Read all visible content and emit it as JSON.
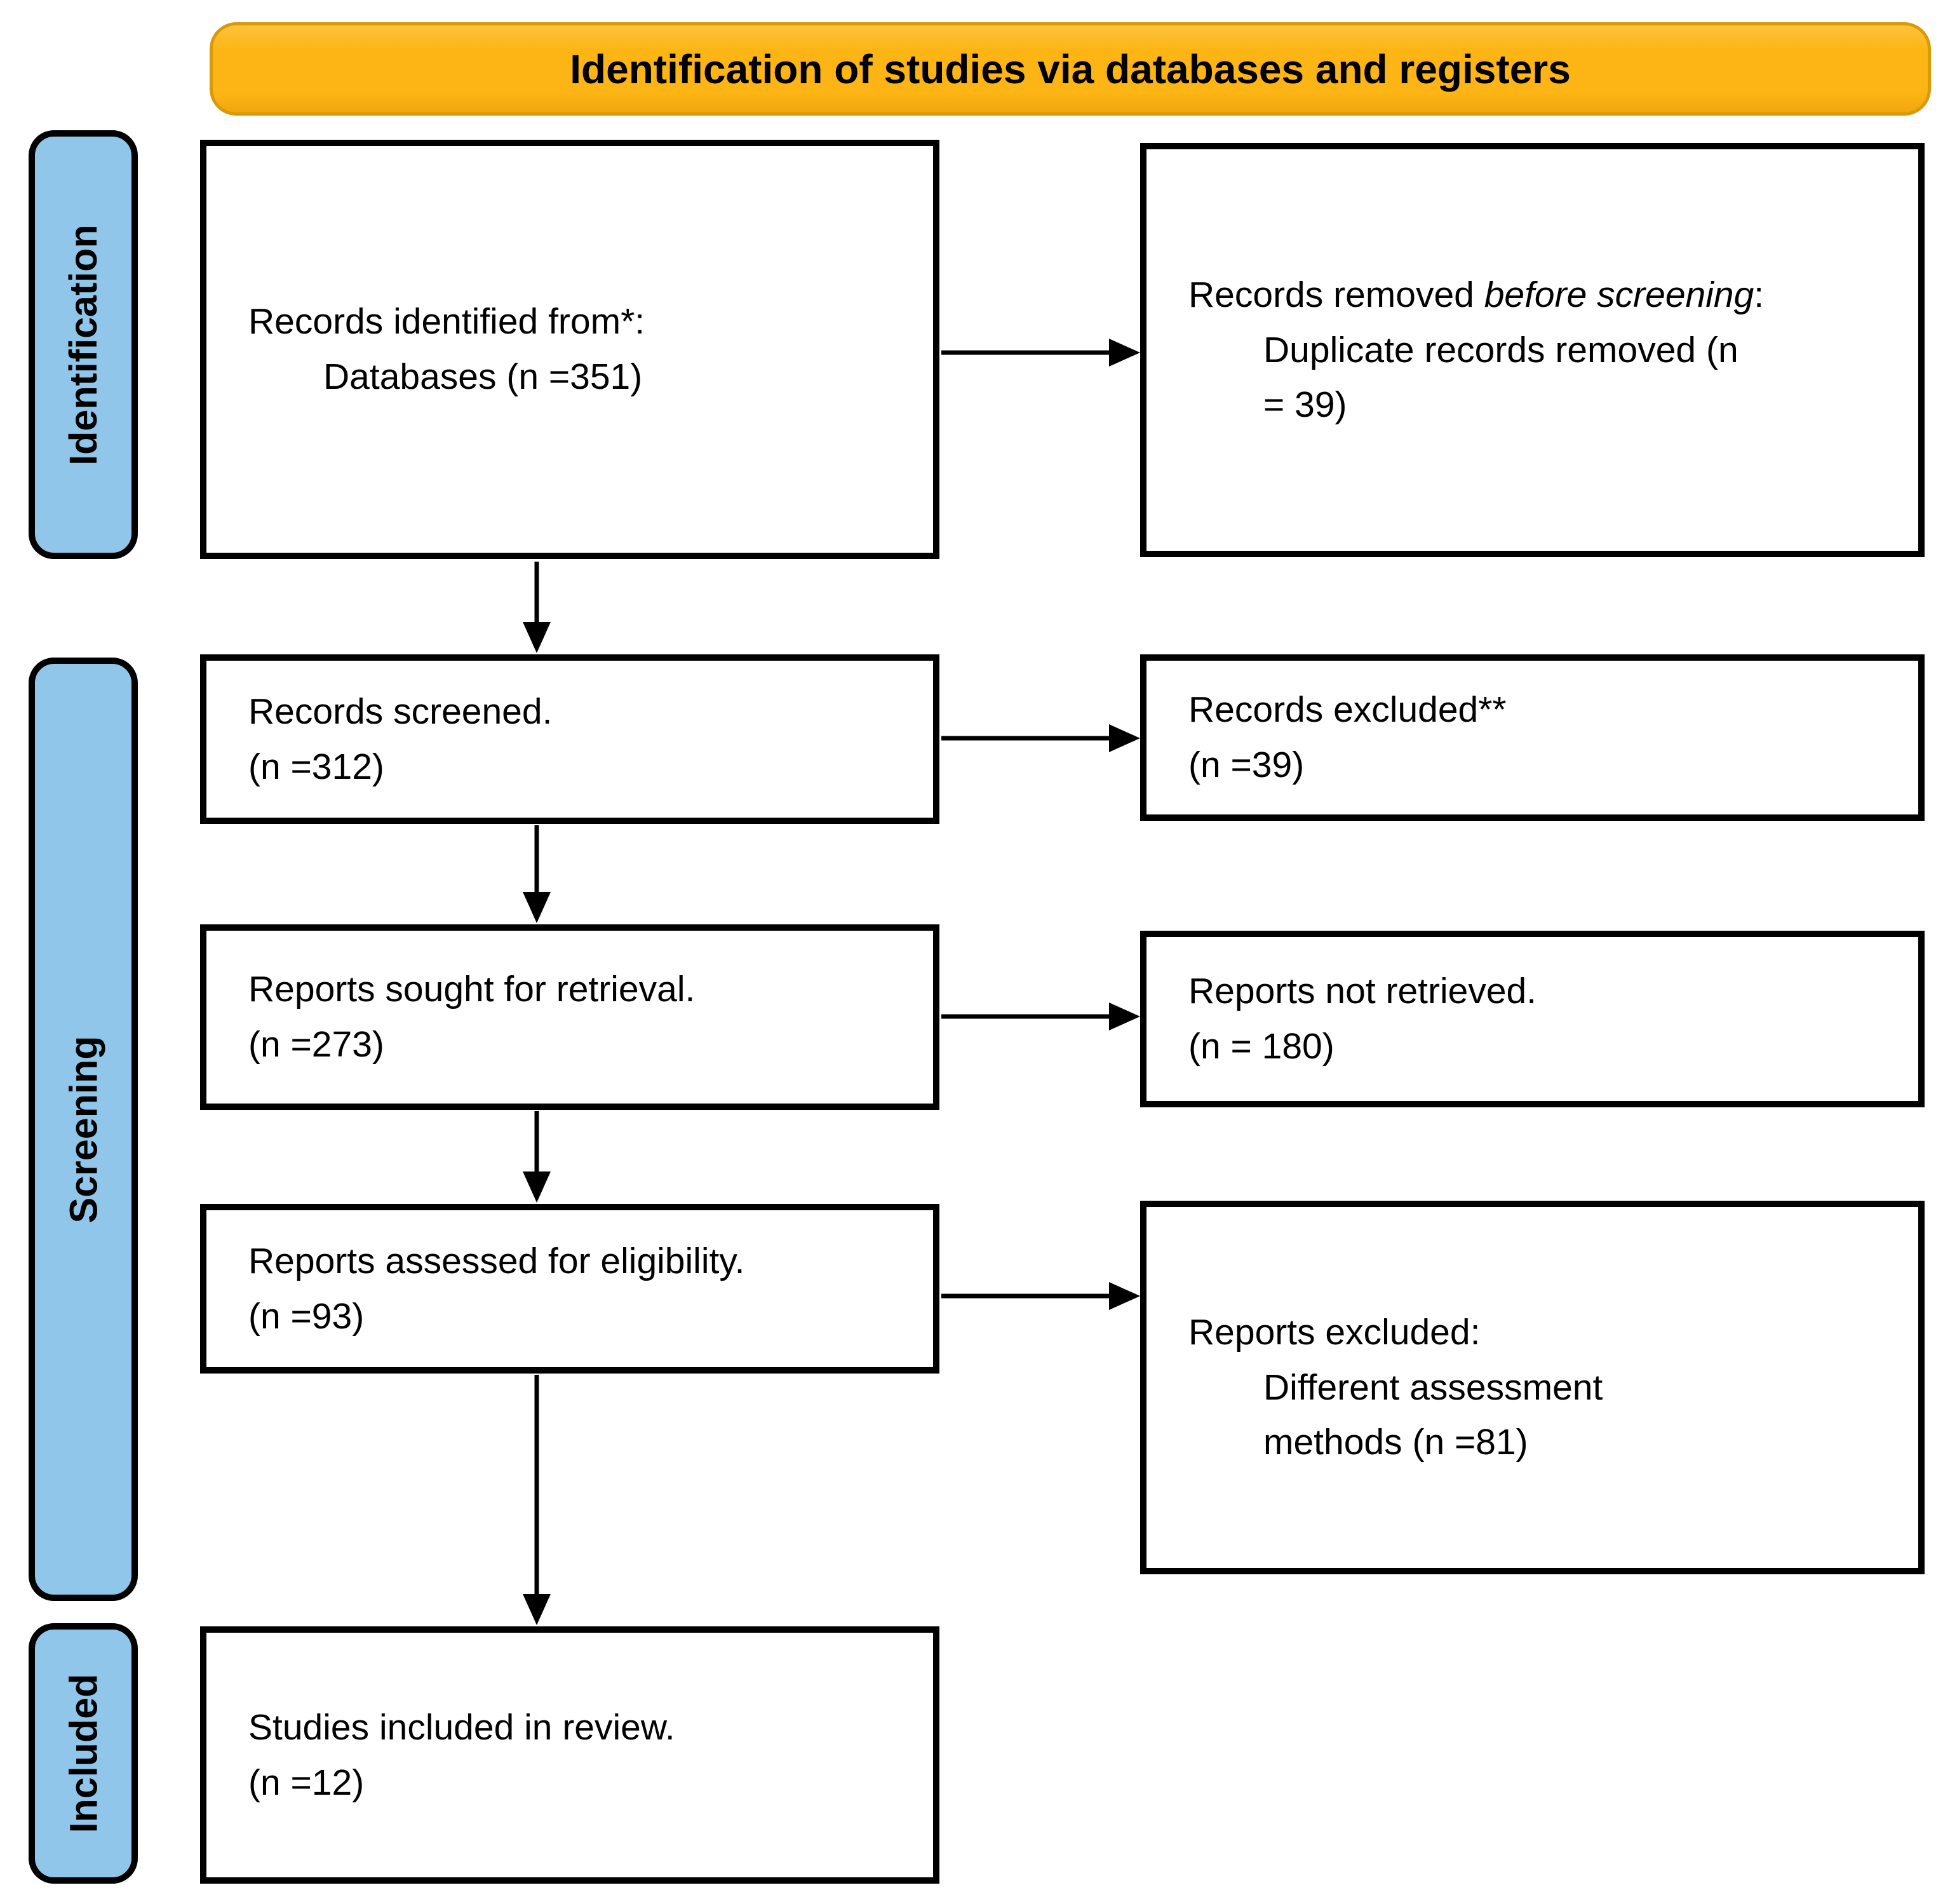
{
  "title": {
    "text": "Identification of studies via databases and registers"
  },
  "sidebar": {
    "stages": [
      {
        "label": "Identification"
      },
      {
        "label": "Screening"
      },
      {
        "label": "Included"
      }
    ]
  },
  "boxes": {
    "records_identified": {
      "line1": "Records identified from*:",
      "sublines": [
        "Databases (n =351)"
      ]
    },
    "records_removed": {
      "line1_pre": "Records removed ",
      "line1_italic": "before screening",
      "line1_post": ":",
      "sublines": [
        "Duplicate records removed (n",
        "= 39)"
      ]
    },
    "records_screened": {
      "line1": "Records screened.",
      "line2": "(n =312)"
    },
    "records_excluded": {
      "line1": "Records excluded**",
      "line2": "(n =39)"
    },
    "reports_sought": {
      "line1": "Reports sought for retrieval.",
      "line2": "(n =273)"
    },
    "reports_not_retrieved": {
      "line1": "Reports not retrieved.",
      "line2": "(n = 180)"
    },
    "reports_assessed": {
      "line1": "Reports assessed for eligibility.",
      "line2": "(n =93)"
    },
    "reports_excluded": {
      "line1": "Reports excluded:",
      "sublines": [
        "Different assessment",
        "methods (n =81)"
      ]
    },
    "studies_included": {
      "line1": "Studies included in review.",
      "line2": "(n =12)"
    }
  },
  "colors": {
    "banner_fill": "#FCB515",
    "banner_border": "#D89A07",
    "stage_fill": "#8FC6E9",
    "box_border": "#000000",
    "background": "#FFFFFF"
  }
}
